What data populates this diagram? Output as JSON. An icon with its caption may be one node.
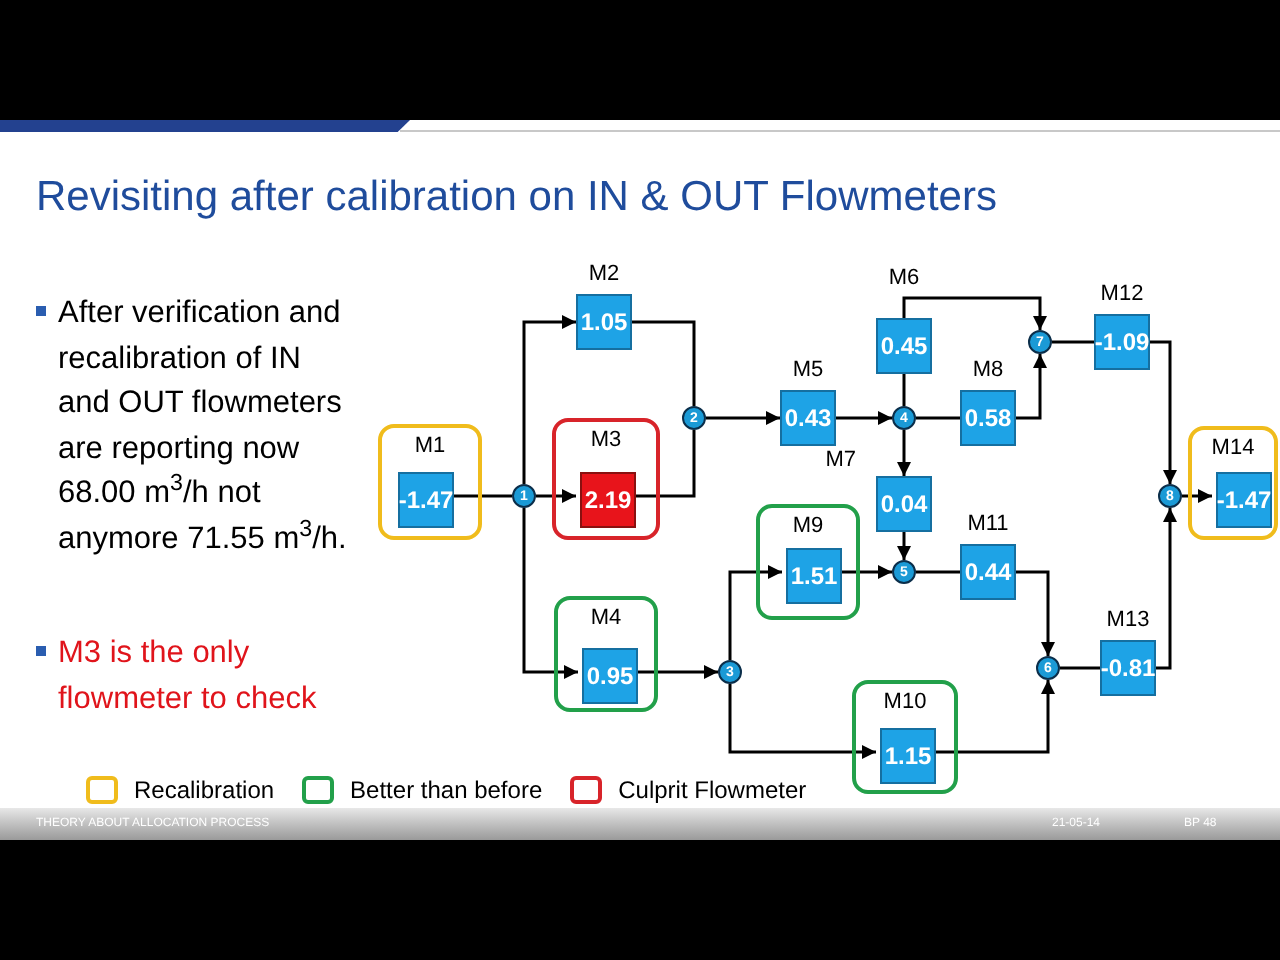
{
  "diagram": {
    "title": "Revisiting after calibration on IN & OUT Flowmeters",
    "nodes": [
      {
        "text": [
          "M1"
        ]
      },
      {
        "text": [
          "-1.47"
        ],
        "in": 0
      },
      {
        "text": [
          "1"
        ]
      },
      {
        "text": [
          "M2",
          "1.05"
        ]
      },
      {
        "text": [
          "M3"
        ]
      },
      {
        "text": [
          "2.19"
        ],
        "in": 4
      },
      {
        "text": [
          "2"
        ]
      },
      {
        "text": [
          "M4"
        ]
      },
      {
        "text": [
          "0.95"
        ],
        "in": 7
      },
      {
        "text": [
          "3"
        ]
      },
      {
        "text": [
          "M5",
          "0.43"
        ]
      },
      {
        "text": [
          "4"
        ]
      },
      {
        "text": [
          "M6",
          "0.45"
        ]
      },
      {
        "text": [
          "M8",
          "0.58"
        ]
      },
      {
        "text": [
          "7"
        ]
      },
      {
        "text": [
          "M12",
          "-1.09"
        ]
      },
      {
        "text": [
          "M7",
          "0.04"
        ]
      },
      {
        "text": [
          "M9"
        ]
      },
      {
        "text": [
          "1.51"
        ],
        "in": 17
      },
      {
        "text": [
          "5"
        ]
      },
      {
        "text": [
          "M11",
          "0.44"
        ]
      },
      {
        "text": [
          "M10"
        ]
      },
      {
        "text": [
          "1.15"
        ],
        "in": 21
      },
      {
        "text": [
          "6"
        ]
      },
      {
        "text": [
          "M13",
          "-0.81"
        ]
      },
      {
        "text": [
          "8"
        ]
      },
      {
        "text": [
          "M14"
        ]
      },
      {
        "text": [
          "-1.47"
        ],
        "in": 26
      }
    ],
    "edges": [
      {
        "from": 1,
        "to": 2,
        "arrow": "none"
      },
      {
        "from": 2,
        "to": 3,
        "arrow": "to"
      },
      {
        "from": 2,
        "to": 5,
        "arrow": "to"
      },
      {
        "from": 2,
        "to": 8,
        "arrow": "to"
      },
      {
        "from": 3,
        "to": 6,
        "arrow": "none"
      },
      {
        "from": 5,
        "to": 6,
        "arrow": "none"
      },
      {
        "from": 6,
        "to": 10,
        "arrow": "to"
      },
      {
        "from": 8,
        "to": 9,
        "arrow": "to"
      },
      {
        "from": 9,
        "to": 18,
        "arrow": "to"
      },
      {
        "from": 9,
        "to": 22,
        "arrow": "to"
      },
      {
        "from": 10,
        "to": 11,
        "arrow": "to"
      },
      {
        "from": 12,
        "to": 11,
        "arrow": "none"
      },
      {
        "from": 11,
        "to": 13,
        "arrow": "none"
      },
      {
        "from": 11,
        "to": 16,
        "arrow": "to"
      },
      {
        "from": 12,
        "to": 14,
        "arrow": "to"
      },
      {
        "from": 13,
        "to": 14,
        "arrow": "to"
      },
      {
        "from": 14,
        "to": 15,
        "arrow": "none"
      },
      {
        "from": 15,
        "to": 25,
        "arrow": "to"
      },
      {
        "from": 16,
        "to": 19,
        "arrow": "to"
      },
      {
        "from": 18,
        "to": 19,
        "arrow": "to"
      },
      {
        "from": 19,
        "to": 20,
        "arrow": "none"
      },
      {
        "from": 20,
        "to": 23,
        "arrow": "to"
      },
      {
        "from": 22,
        "to": 23,
        "arrow": "to"
      },
      {
        "from": 23,
        "to": 24,
        "arrow": "none"
      },
      {
        "from": 24,
        "to": 25,
        "arrow": "to"
      },
      {
        "from": 25,
        "to": 27,
        "arrow": "to"
      }
    ],
    "labels": [
      "After verification and recalibration of IN and OUT flowmeters are reporting now 68.00 m$^{3}$/h not anymore 71.55 m$^{3}$/h.",
      "M3 is the only flowmeter to check",
      "THEORY ABOUT ALLOCATION PROCESS",
      "21-05-14",
      "BP 48"
    ],
    "legend": [
      {
        "text": "Recalibration",
        "color": "#f0bc1c"
      },
      {
        "text": "Better than before",
        "color": "#22a04a"
      },
      {
        "text": "Culprit Flowmeter",
        "color": "#d8242a"
      }
    ]
  }
}
